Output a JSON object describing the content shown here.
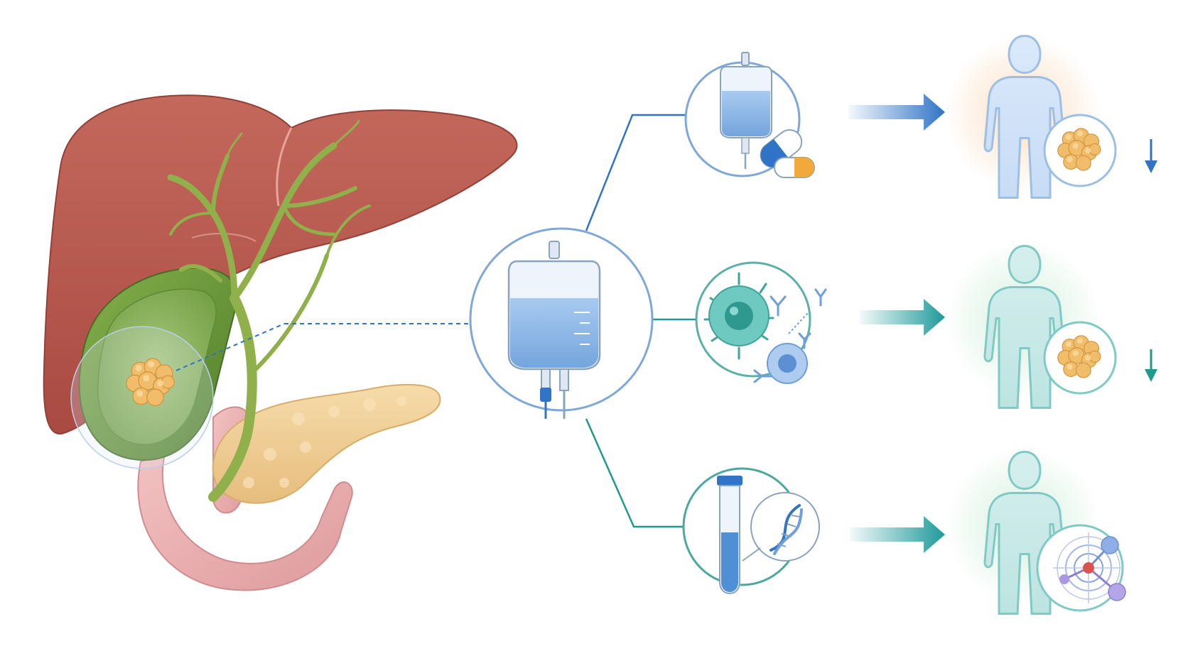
{
  "diagram": {
    "anatomy": {
      "organs": [
        "liver",
        "gallbladder",
        "bile-duct",
        "pancreas",
        "duodenum",
        "tumor"
      ]
    },
    "hub": {
      "icon": "iv-bag-icon"
    },
    "branches": [
      {
        "id": "chemotherapy",
        "icon": "iv-bag-and-capsule-icon",
        "color": "#2f74c6",
        "outcome_icon": "tumor-cluster-icon",
        "trend": "decrease"
      },
      {
        "id": "immunotherapy",
        "icon": "immune-cell-antibody-icon",
        "color": "#1f9a9a",
        "outcome_icon": "tumor-cluster-icon",
        "trend": "decrease"
      },
      {
        "id": "targeted-therapy",
        "icon": "test-tube-dna-icon",
        "color": "#1f9a8c",
        "outcome_icon": "molecular-target-icon",
        "trend": "none"
      }
    ],
    "colors": {
      "liver": "#b9574d",
      "gallbladder": "#6e9b3a",
      "bile_duct": "#8fb04a",
      "pancreas": "#f0cf94",
      "duodenum": "#eaaeae",
      "tumor": "#f2b96a",
      "blue_accent": "#2f74c6",
      "teal_accent": "#1f9a9a"
    }
  }
}
